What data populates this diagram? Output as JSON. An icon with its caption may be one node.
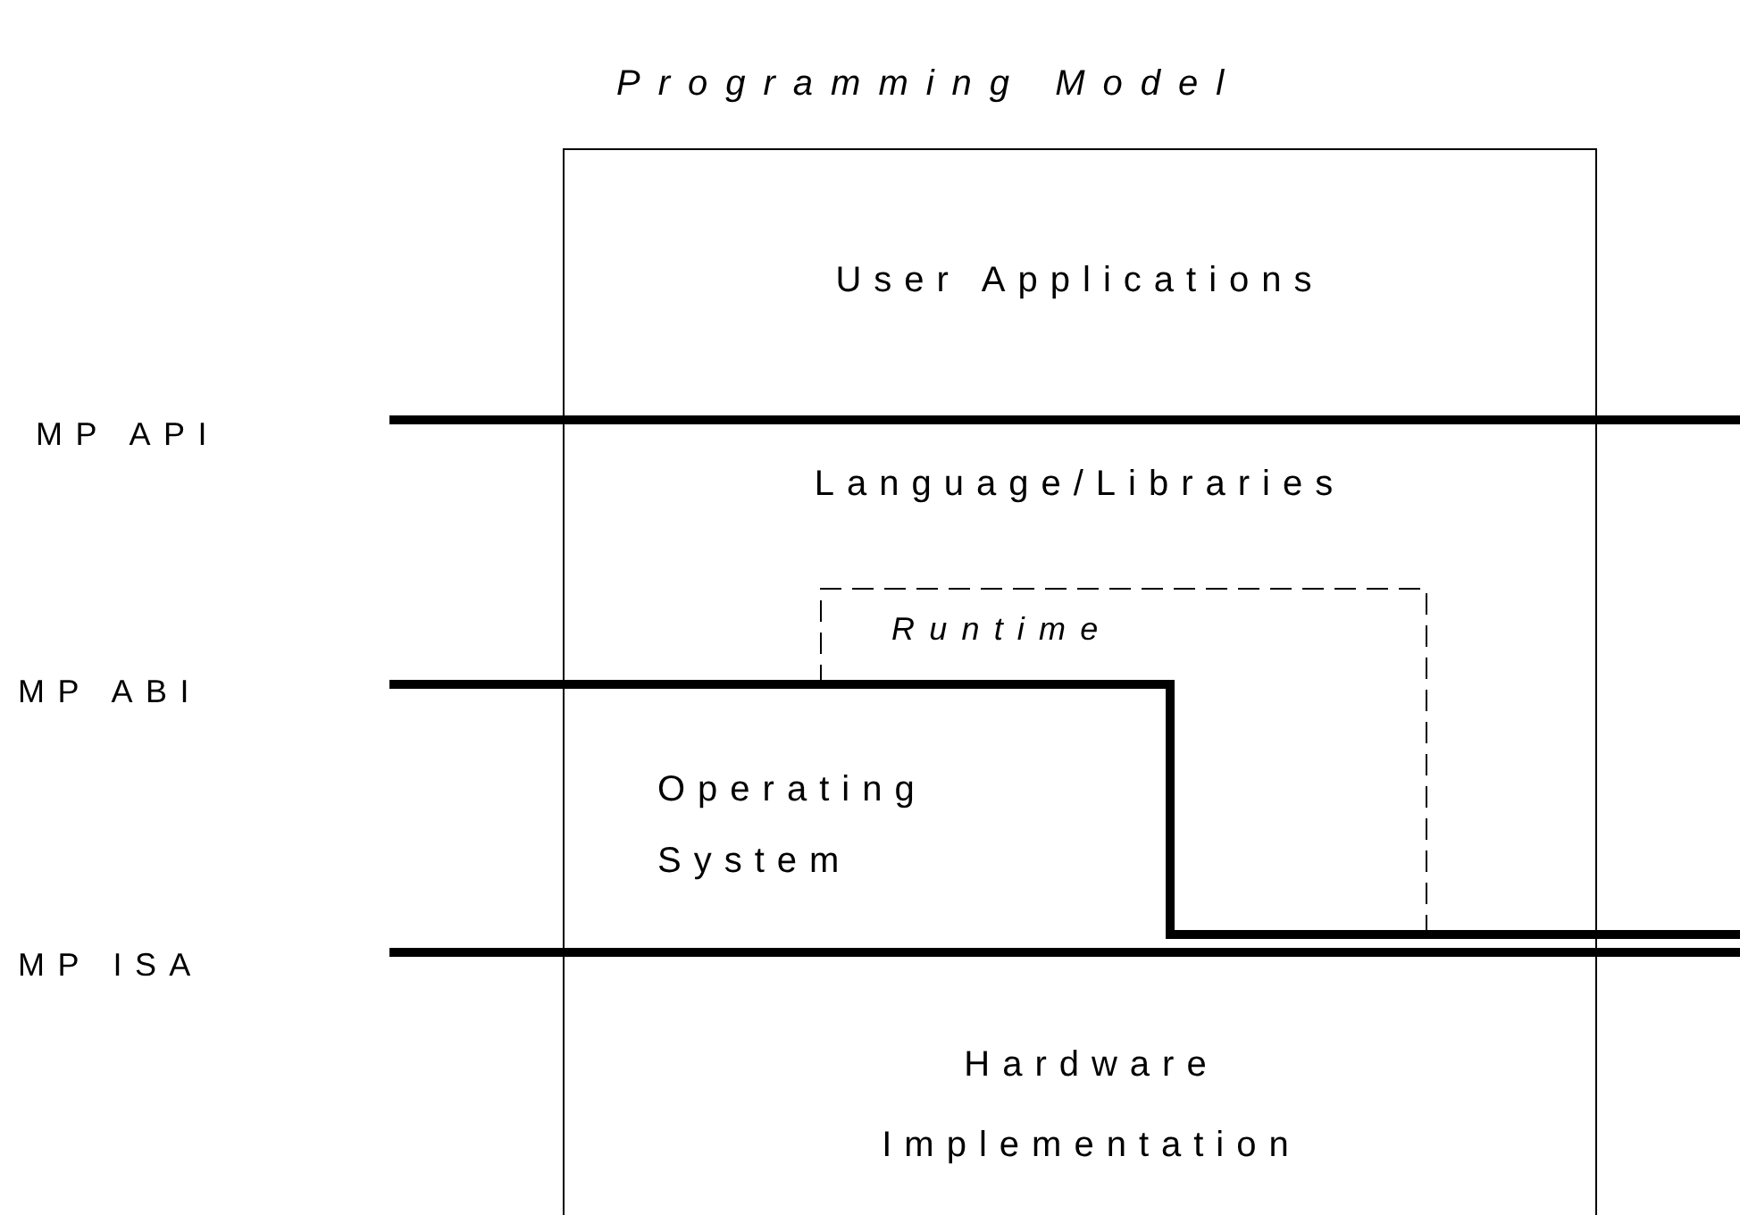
{
  "diagram": {
    "title": "Programming Model",
    "nodes": [
      {
        "text": [],
        "shape": "box"
      },
      {
        "text": [
          "User Applications"
        ],
        "in": 0
      },
      {
        "text": [
          "Language/Libraries"
        ],
        "in": 0
      },
      {
        "text": [
          "Runtime"
        ],
        "in": 0
      },
      {
        "text": [
          "Operating System"
        ],
        "in": 0
      },
      {
        "text": [
          "Hardware Implementation"
        ],
        "in": 0
      }
    ],
    "edges": [],
    "labels": [
      "MP API",
      "MP ABI",
      "MP ISA"
    ]
  }
}
